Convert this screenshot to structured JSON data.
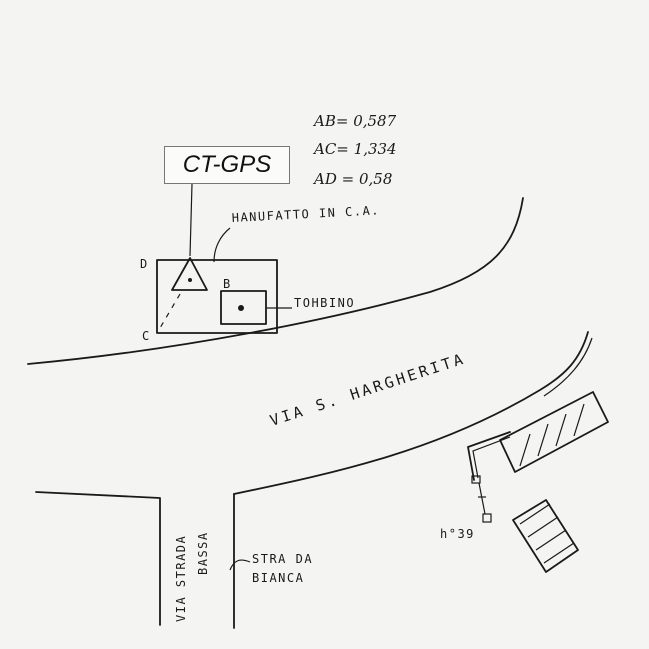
{
  "gps_label": "CT-GPS",
  "measurements": [
    "AB= 0,587",
    "AC= 1,334",
    "AD = 0,58"
  ],
  "labels": {
    "manufatto": "HANUFATTO IN C.A.",
    "tombino": "TOHBINO",
    "via_margherita": "VIA S. HARGHERITA",
    "via_strada_bassa_1": "VIA STRADA",
    "via_strada_bassa_2": "BASSA",
    "strada_bianca_1": "STRA DA",
    "strada_bianca_2": "BIANCA",
    "house_number": "h°39",
    "point_b": "B",
    "point_c": "C",
    "point_d": "D"
  }
}
